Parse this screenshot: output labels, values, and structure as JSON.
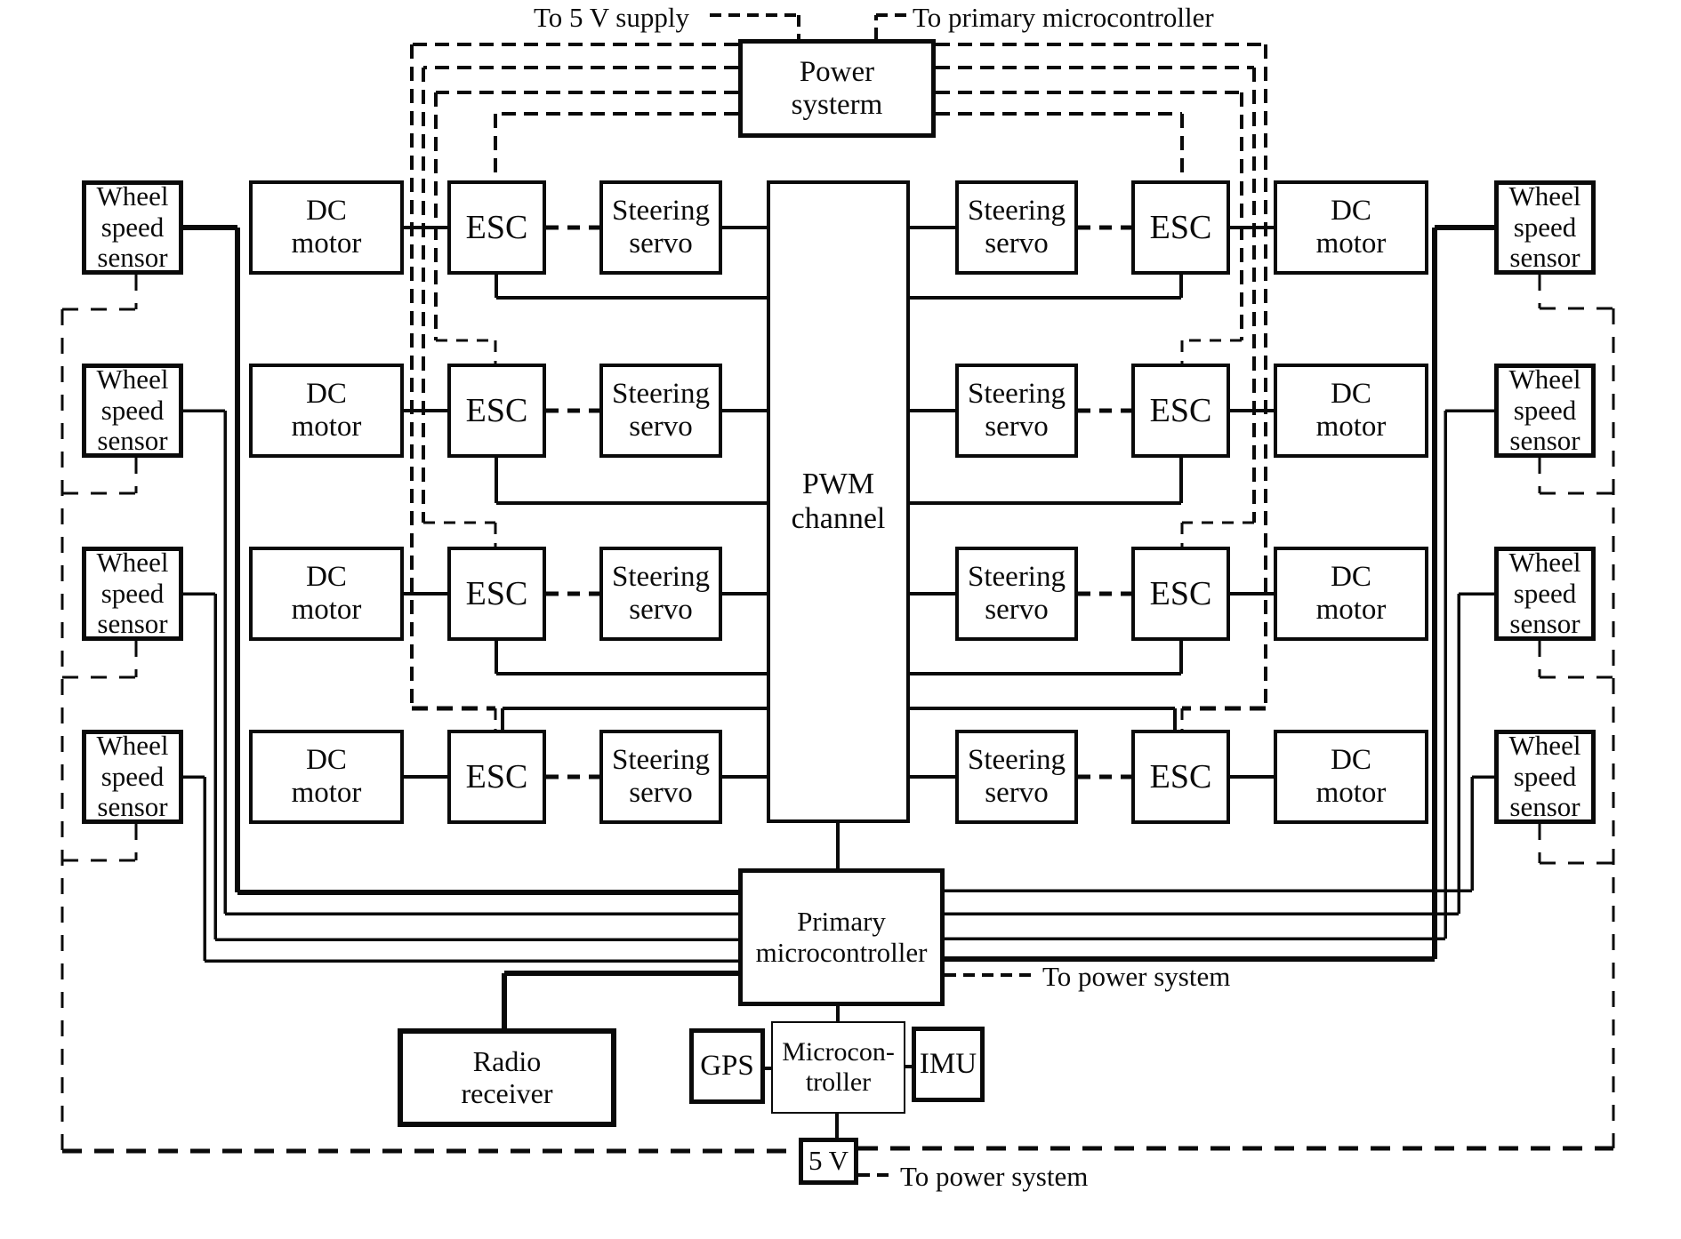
{
  "diagram": {
    "colors": {
      "line": "#0a0a0a",
      "background": "#ffffff"
    },
    "labels": {
      "to_5v_supply": "To 5 V supply",
      "to_primary_microcontroller": "To primary microcontroller",
      "to_power_system_mid": "To power system",
      "to_power_system_bottom": "To power system"
    },
    "nodes": {
      "power_system": "Power\nsysterm",
      "pwm_channel": "PWM\nchannel",
      "primary_microcontroller": "Primary\nmicrocontroller",
      "radio_receiver": "Radio\nreceiver",
      "gps": "GPS",
      "secondary_microcontroller": "Microcon-\ntroller",
      "imu": "IMU",
      "five_v_supply": "5 V",
      "wheel_speed_sensor": "Wheel\nspeed\nsensor",
      "dc_motor": "DC\nmotor",
      "esc": "ESC",
      "steering_servo": "Steering\nservo"
    }
  }
}
